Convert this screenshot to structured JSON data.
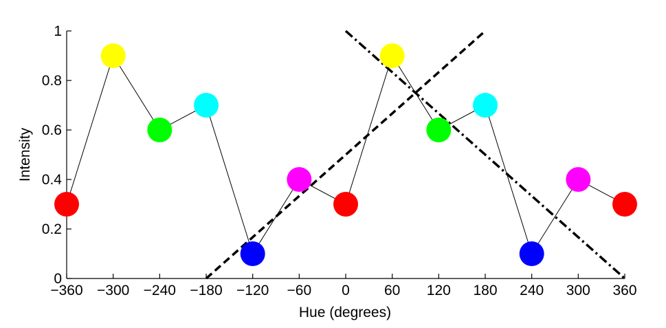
{
  "chart_data": {
    "type": "scatter",
    "title": "",
    "xlabel": "Hue (degrees)",
    "ylabel": "Intensity",
    "xlim": [
      -360,
      360
    ],
    "ylim": [
      0,
      1
    ],
    "xticks": [
      -360,
      -300,
      -240,
      -180,
      -120,
      -60,
      0,
      60,
      120,
      180,
      240,
      300,
      360
    ],
    "xtick_labels": [
      "−360",
      "−300",
      "−240",
      "−180",
      "−120",
      "−60",
      "0",
      "60",
      "120",
      "180",
      "240",
      "300",
      "360"
    ],
    "yticks": [
      0,
      0.2,
      0.4,
      0.6,
      0.8,
      1
    ],
    "ytick_labels": [
      "0",
      "0.2",
      "0.4",
      "0.6",
      "0.8",
      "1"
    ],
    "grid": false,
    "points": [
      {
        "x": -360,
        "y": 0.3,
        "color": "#ff0000"
      },
      {
        "x": -300,
        "y": 0.9,
        "color": "#ffff00"
      },
      {
        "x": -240,
        "y": 0.6,
        "color": "#00ff00"
      },
      {
        "x": -180,
        "y": 0.7,
        "color": "#00ffff"
      },
      {
        "x": -120,
        "y": 0.1,
        "color": "#0000ff"
      },
      {
        "x": -60,
        "y": 0.4,
        "color": "#ff00ff"
      },
      {
        "x": 0,
        "y": 0.3,
        "color": "#ff0000"
      },
      {
        "x": 60,
        "y": 0.9,
        "color": "#ffff00"
      },
      {
        "x": 120,
        "y": 0.6,
        "color": "#00ff00"
      },
      {
        "x": 180,
        "y": 0.7,
        "color": "#00ffff"
      },
      {
        "x": 240,
        "y": 0.1,
        "color": "#0000ff"
      },
      {
        "x": 300,
        "y": 0.4,
        "color": "#ff00ff"
      },
      {
        "x": 360,
        "y": 0.3,
        "color": "#ff0000"
      }
    ],
    "connecting_line_color": "#000000",
    "reference_lines": [
      {
        "style": "dashed",
        "points": [
          [
            -180,
            0
          ],
          [
            180,
            1
          ]
        ],
        "color": "#000000"
      },
      {
        "style": "dash-dot",
        "points": [
          [
            0,
            1
          ],
          [
            360,
            0
          ]
        ],
        "color": "#000000"
      }
    ]
  }
}
